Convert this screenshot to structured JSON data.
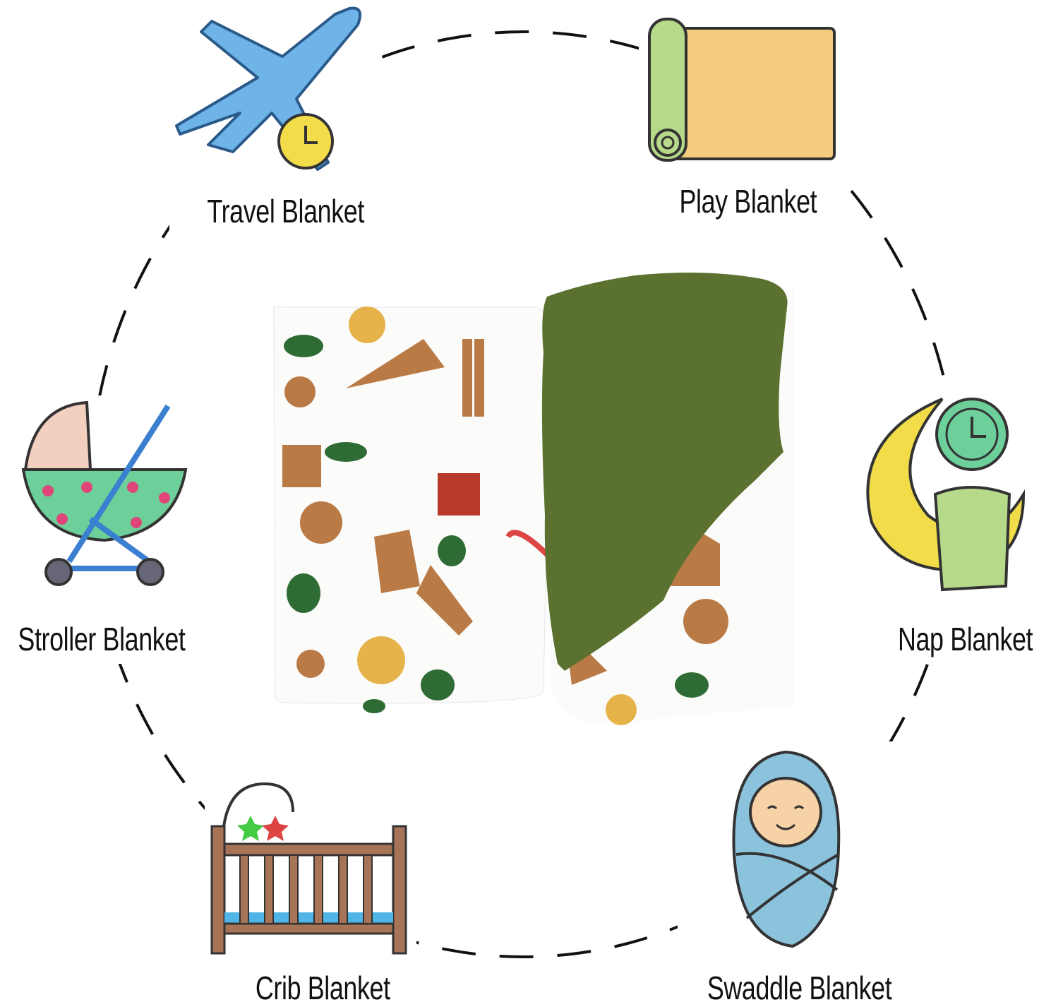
{
  "labels": {
    "travel": "Travel Blanket",
    "play": "Play Blanket",
    "stroller": "Stroller Blanket",
    "nap": "Nap Blanket",
    "crib": "Crib Blanket",
    "swaddle": "Swaddle Blanket"
  },
  "colors": {
    "blanket_green": "#5a7130",
    "plane_blue": "#6fb4e8",
    "clock_yellow": "#f2dc4a",
    "mat_orange": "#f3cd7d",
    "mat_green": "#b6d98a",
    "stroller_green": "#6dcf9a",
    "swaddle_blue": "#8cc3dc"
  }
}
